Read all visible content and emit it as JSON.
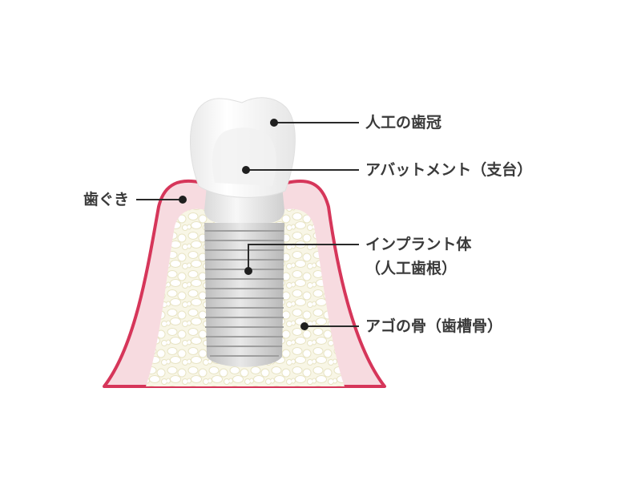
{
  "labels": {
    "crown": "人工の歯冠",
    "abutment": "アバットメント（支台）",
    "implant_line1": "インプラント体",
    "implant_line2": "（人工歯根）",
    "bone": "アゴの骨（歯槽骨）",
    "gum": "歯ぐき"
  },
  "colors": {
    "gum_outline": "#d6365a",
    "gum_fill": "#f7dbe0",
    "bone_fill": "#f3f1dd",
    "crown_fill": "#fbfbfb",
    "implant_fill": "#d5d5d5",
    "leader_line": "#2a2a2a"
  }
}
